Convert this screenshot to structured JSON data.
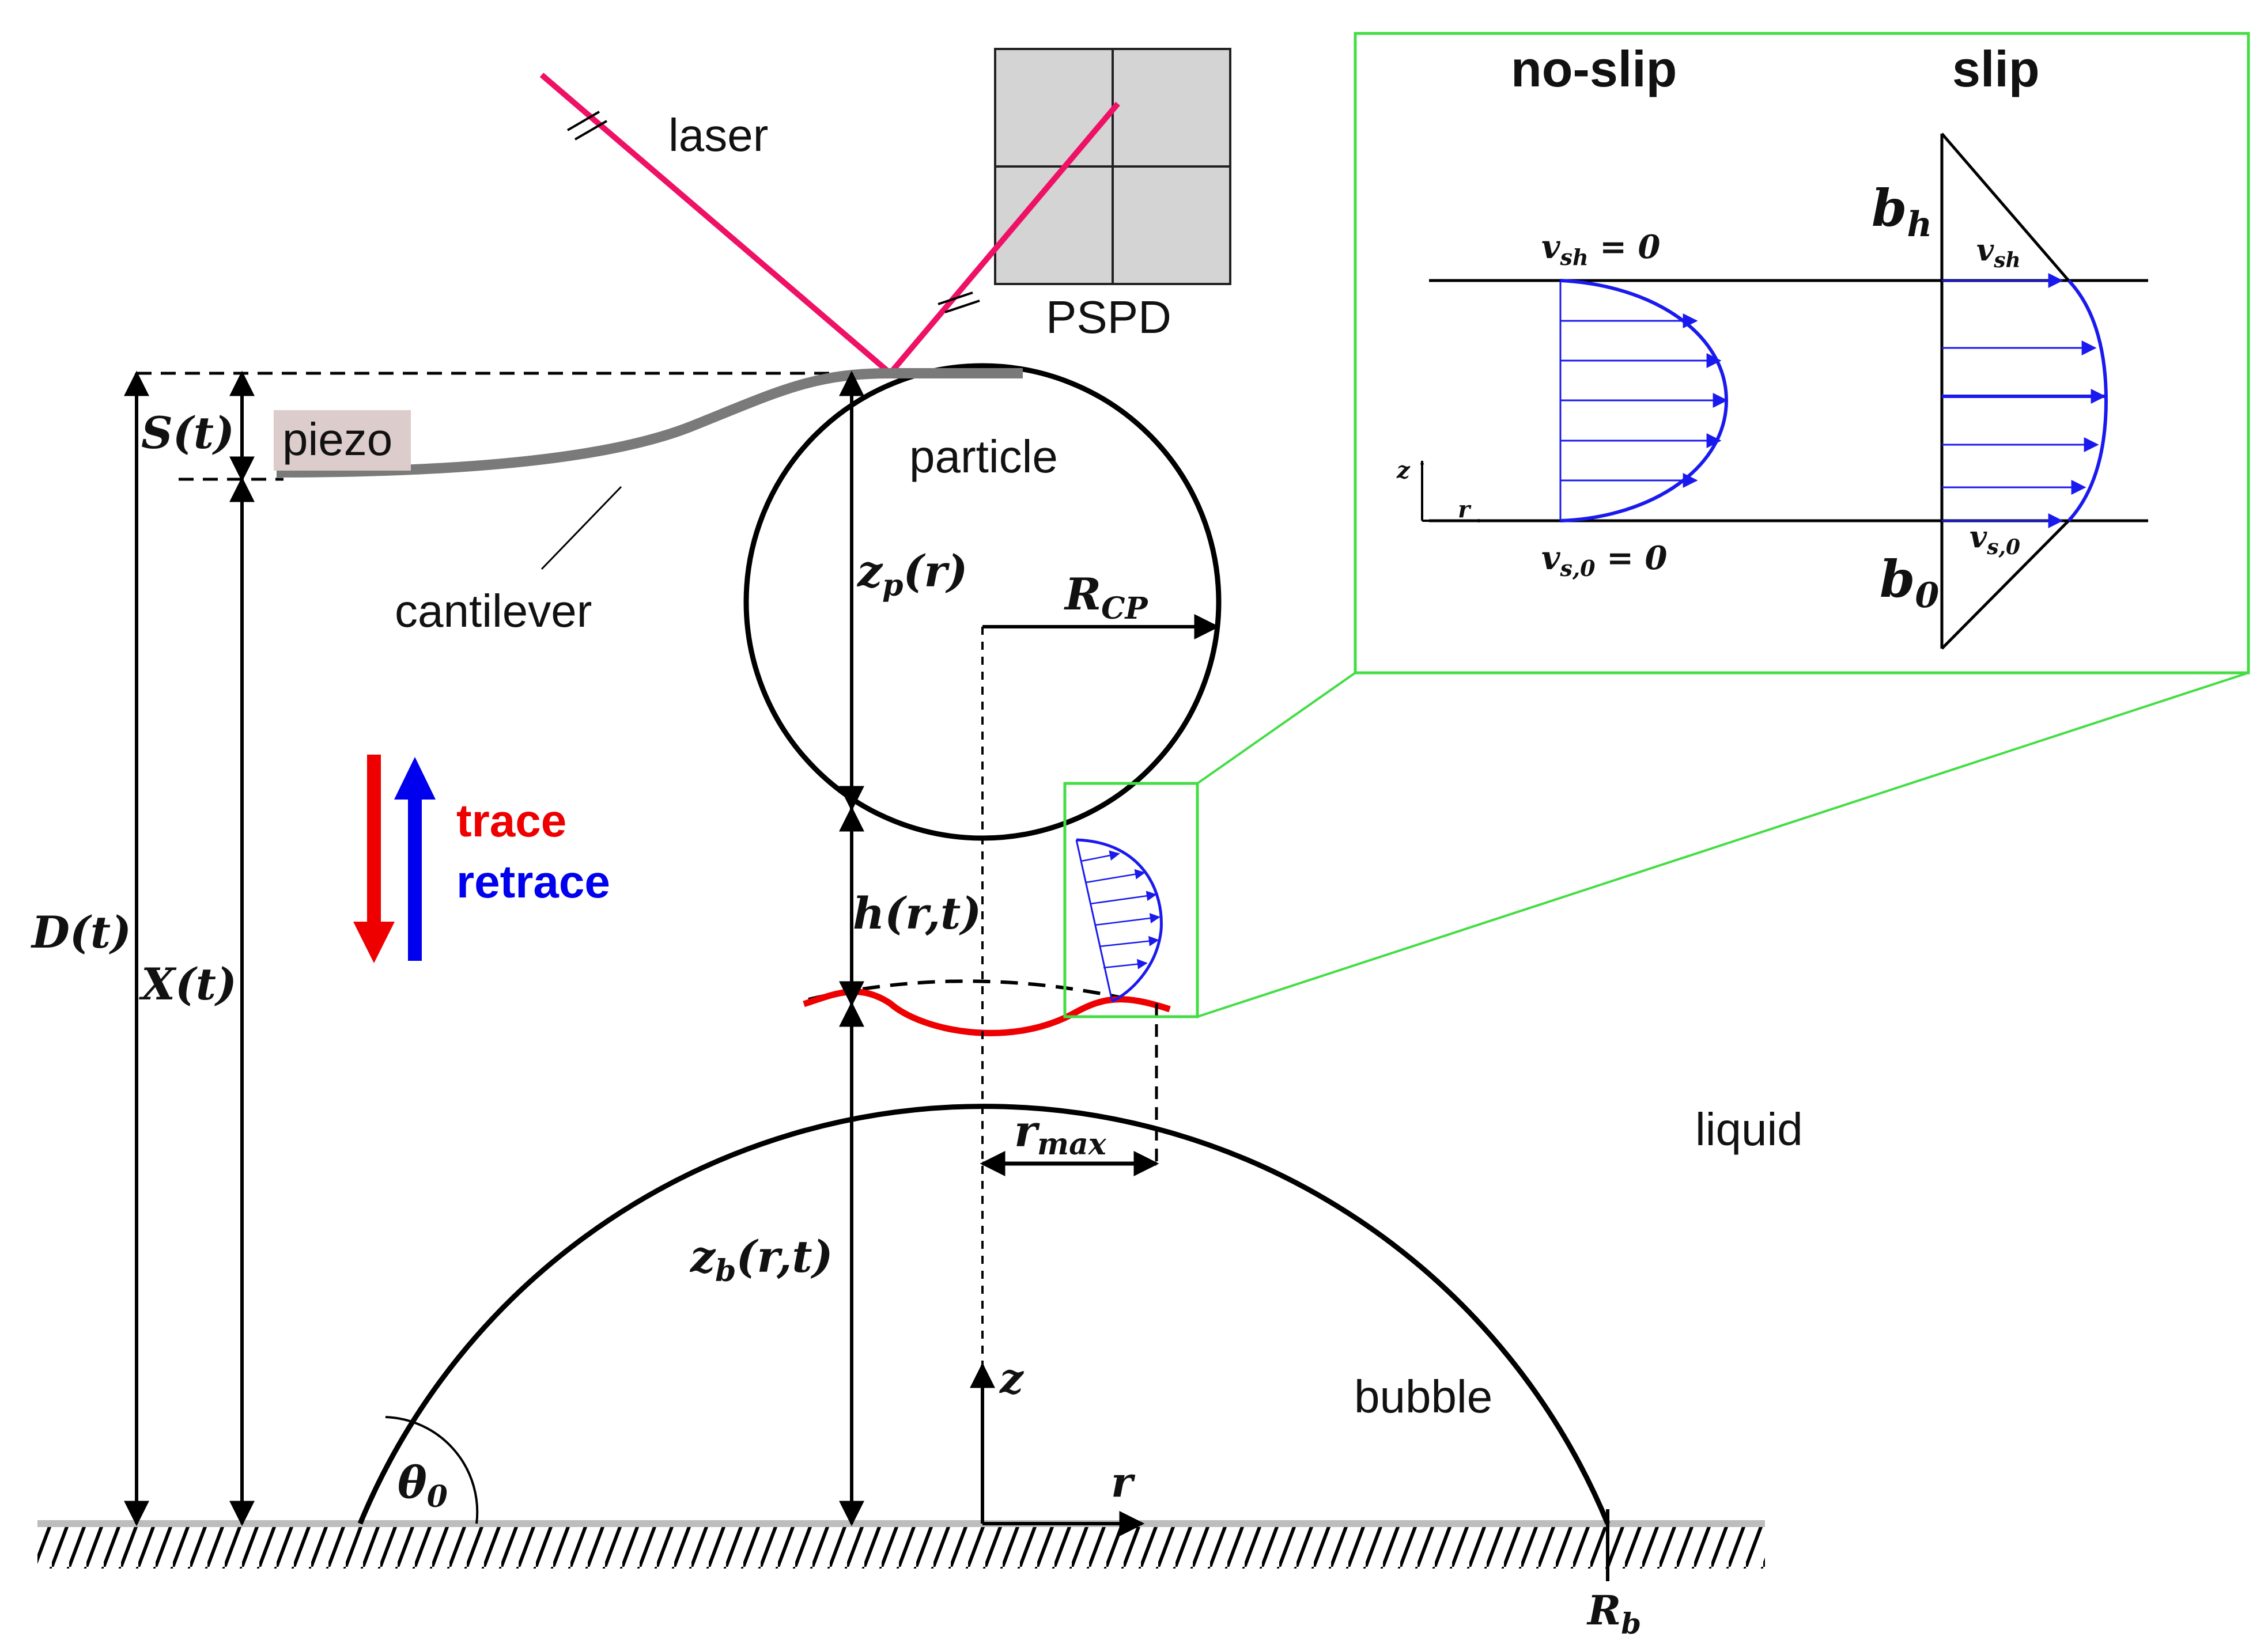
{
  "labels": {
    "laser": "laser",
    "pspd": "PSPD",
    "piezo": "piezo",
    "cantilever": "cantilever",
    "particle": "particle",
    "liquid": "liquid",
    "bubble": "bubble",
    "trace": "trace",
    "retrace": "retrace"
  },
  "symbols": {
    "S": "S(t)",
    "D": "D(t)",
    "X": "X(t)",
    "zp": "z",
    "zp_sub": "p",
    "zp_arg": "(r)",
    "Rcp": "R",
    "Rcp_sub": "CP",
    "h": "h(r,t)",
    "zb": "z",
    "zb_sub": "b",
    "zb_arg": "(r,t)",
    "rmax": "r",
    "rmax_sub": "max",
    "theta": "θ",
    "theta_sub": "0",
    "Rb": "R",
    "Rb_sub": "b",
    "axis_z": "z",
    "axis_r": "r"
  },
  "inset": {
    "title_noslip": "no-slip",
    "title_slip": "slip",
    "vsh0": "v",
    "vsh0_sub": "sh",
    "vsh0_eq": " = 0",
    "vs00": "v",
    "vs00_sub": "s,0",
    "vs00_eq": " = 0",
    "vsh": "v",
    "vsh_sub": "sh",
    "vs0": "v",
    "vs0_sub": "s,0",
    "bh": "b",
    "bh_sub": "h",
    "b0": "b",
    "b0_sub": "0",
    "axis_z": "z",
    "axis_r": "r"
  },
  "colors": {
    "laser": "#ee1166",
    "trace": "#ee0000",
    "retrace": "#0000ee",
    "profile": "#1a1aee",
    "inset_frame": "#44dd44",
    "cantilever": "#7a7a7a",
    "piezo_bg": "#dccccc",
    "pspd_fill": "#d4d4d4"
  }
}
